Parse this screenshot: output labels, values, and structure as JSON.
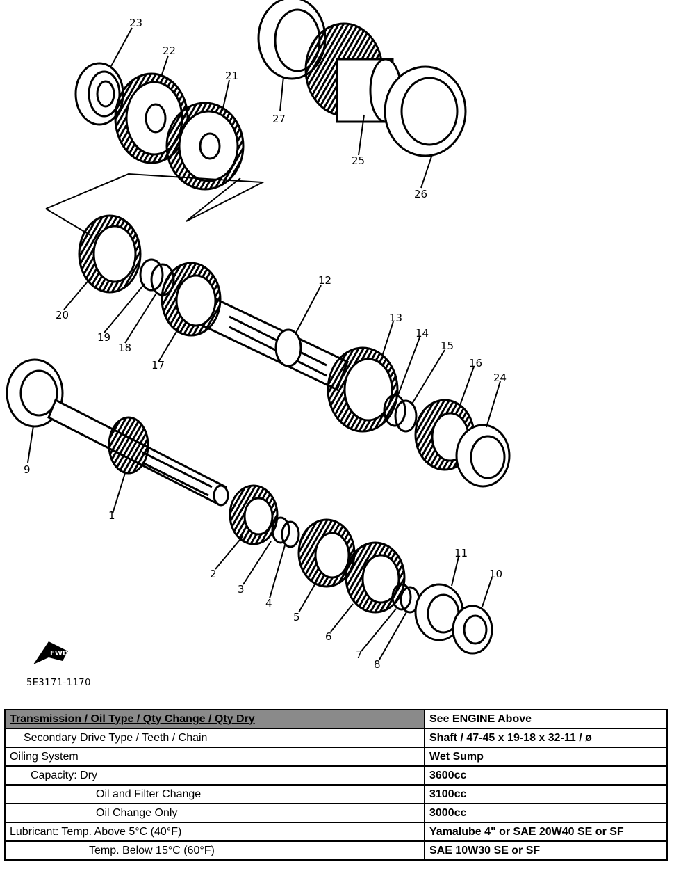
{
  "figure": {
    "code": "5E3171-1170",
    "callouts": [
      "1",
      "2",
      "3",
      "4",
      "5",
      "6",
      "7",
      "8",
      "9",
      "10",
      "11",
      "12",
      "13",
      "14",
      "15",
      "16",
      "17",
      "18",
      "19",
      "20",
      "21",
      "22",
      "23",
      "24",
      "25",
      "26",
      "27"
    ],
    "arrow_label": "FWD"
  },
  "spec_table": {
    "rows": [
      {
        "label": "Transmission / Oil Type / Qty Change / Qty Dry",
        "value": "See ENGINE Above"
      },
      {
        "label": "Secondary Drive Type / Teeth / Chain",
        "value": "Shaft / 47-45 x 19-18 x 32-11 / ø"
      },
      {
        "label": "Oiling System",
        "value": "Wet Sump"
      },
      {
        "label": "Capacity: Dry",
        "value": "3600cc"
      },
      {
        "label": "Oil and Filter Change",
        "value": "3100cc"
      },
      {
        "label": "Oil Change Only",
        "value": "3000cc"
      },
      {
        "label": "Lubricant: Temp. Above 5°C (40°F)",
        "value": "Yamalube 4\" or SAE 20W40 SE or SF"
      },
      {
        "label": "Temp. Below 15°C (60°F)",
        "value": "SAE 10W30 SE or SF"
      }
    ]
  }
}
